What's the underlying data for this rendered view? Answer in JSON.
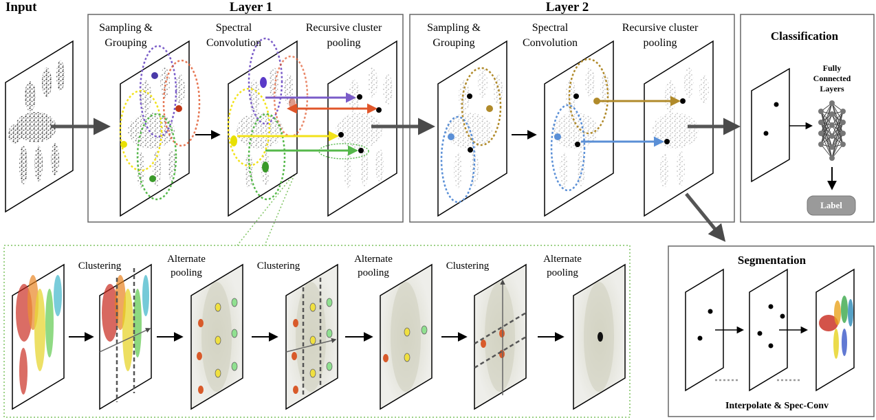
{
  "header": {
    "input": "Input",
    "layer1": "Layer 1",
    "layer2": "Layer 2"
  },
  "layer1": {
    "sampling": "Sampling &\nGrouping",
    "spectral": "Spectral\nConvolution",
    "pooling": "Recursive cluster\npooling"
  },
  "layer2": {
    "sampling": "Sampling &\nGrouping",
    "spectral": "Spectral\nConvolution",
    "pooling": "Recursive cluster\npooling"
  },
  "classification": {
    "title": "Classification",
    "fc": "Fully\nConnected\nLayers",
    "label": "Label"
  },
  "segmentation": {
    "title": "Segmentation",
    "caption": "Interpolate & Spec-Conv"
  },
  "detail": {
    "steps": [
      "Clustering",
      "Alternate\npooling",
      "Clustering",
      "Alternate\npooling",
      "Clustering",
      "Alternate\npooling"
    ]
  },
  "colors": {
    "purple": "#7a5cc8",
    "orange": "#e0562a",
    "yellow": "#f2e21a",
    "green": "#55b84a",
    "gold": "#b08a2a",
    "blue": "#5a8fd6",
    "dotted_green": "#7cc25f"
  }
}
